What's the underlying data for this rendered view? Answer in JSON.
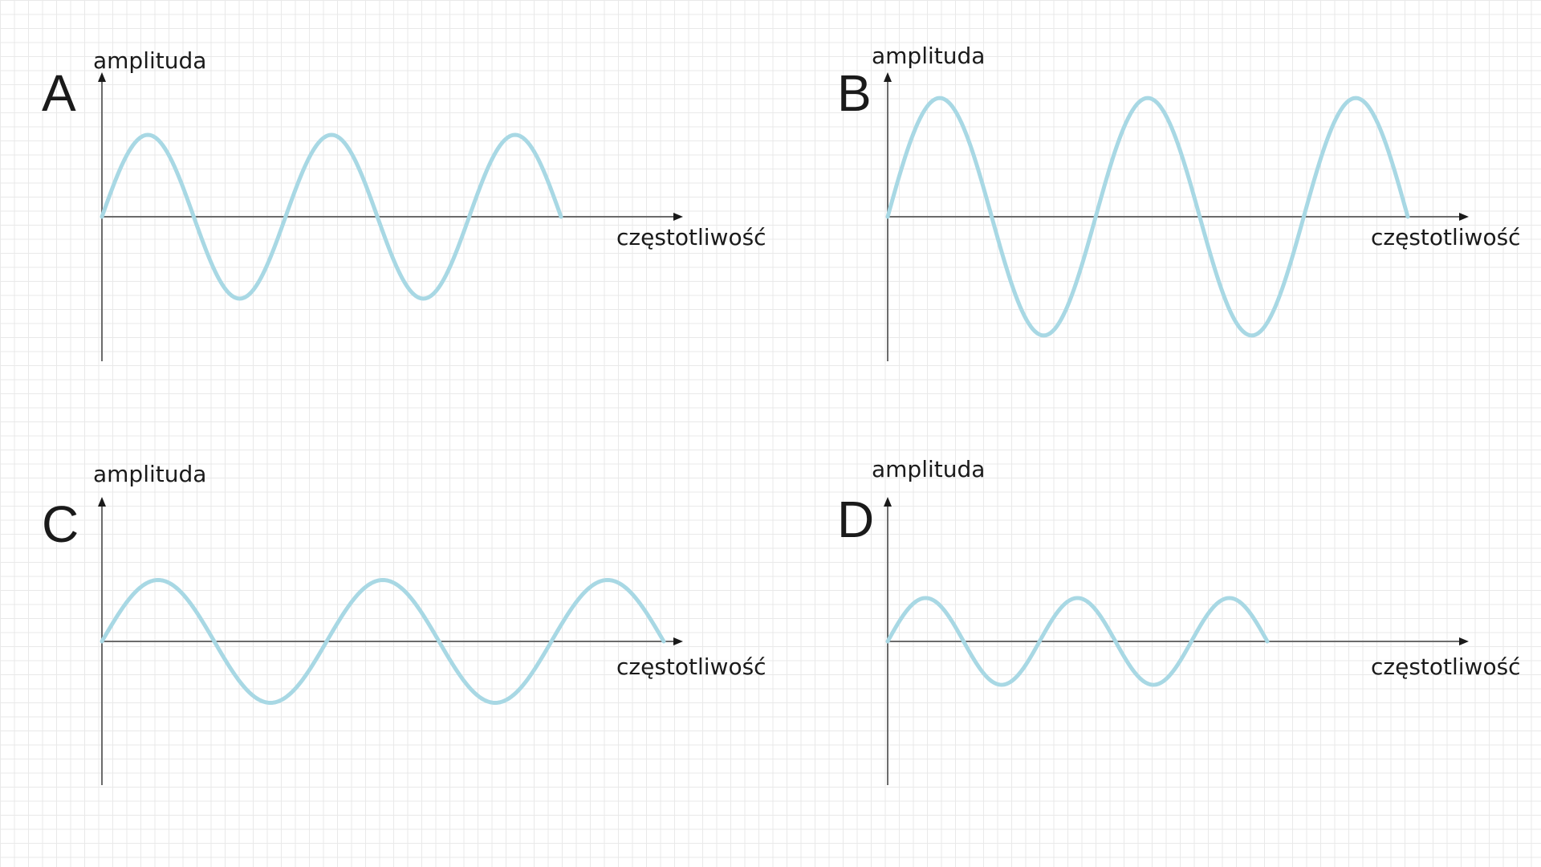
{
  "chart_data": [
    {
      "type": "line",
      "panel_label": "A",
      "ylabel": "amplituda",
      "xlabel": "częstotliwość",
      "series": [
        {
          "amplitude": 1.0,
          "cycles": 2.5
        }
      ],
      "color": "#a8d8e4"
    },
    {
      "type": "line",
      "panel_label": "B",
      "ylabel": "amplituda",
      "xlabel": "częstotliwość",
      "series": [
        {
          "amplitude": 1.45,
          "cycles": 2.5
        }
      ],
      "color": "#a8d8e4"
    },
    {
      "type": "line",
      "panel_label": "C",
      "ylabel": "amplituda",
      "xlabel": "częstotliwość",
      "series": [
        {
          "amplitude": 0.75,
          "cycles": 2.5
        }
      ],
      "color": "#a8d8e4"
    },
    {
      "type": "line",
      "panel_label": "D",
      "ylabel": "amplituda",
      "xlabel": "częstotliwość",
      "series": [
        {
          "amplitude": 0.53,
          "cycles": 2.5
        }
      ],
      "color": "#a8d8e4"
    }
  ]
}
